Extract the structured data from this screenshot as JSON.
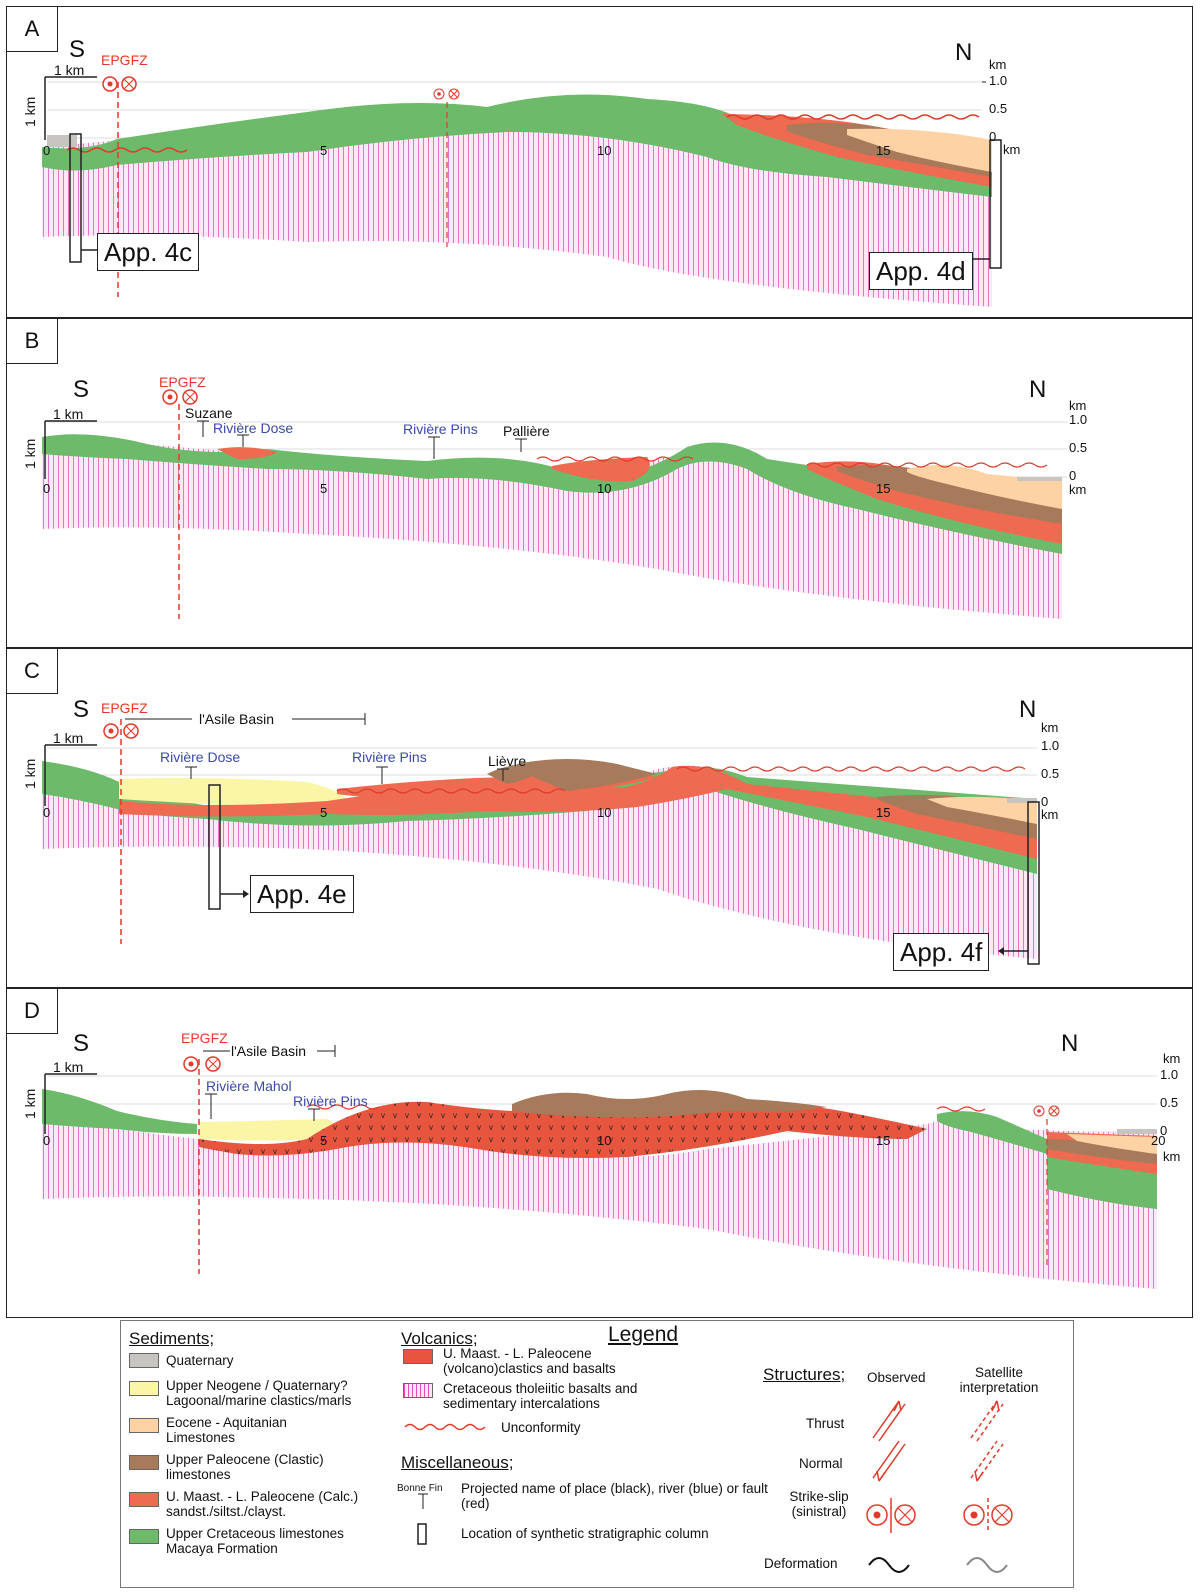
{
  "panels": [
    {
      "label": "A",
      "south": "S",
      "north": "N",
      "scale": "1 km",
      "vscale": "1 km",
      "fault": "EPGFZ",
      "x_ticks": [
        "0",
        "5",
        "10",
        "15"
      ],
      "y_ticks": [
        "1.0",
        "0.5",
        "0"
      ],
      "unit": "km",
      "columns": [
        "App. 4c",
        "App. 4d"
      ]
    },
    {
      "label": "B",
      "south": "S",
      "north": "N",
      "scale": "1 km",
      "vscale": "1 km",
      "fault": "EPGFZ",
      "x_ticks": [
        "0",
        "5",
        "10",
        "15"
      ],
      "y_ticks": [
        "1.0",
        "0.5",
        "0"
      ],
      "unit": "km",
      "places": {
        "suzane": "Suzane",
        "pallierre": "Pallière"
      },
      "rivers": {
        "dose": "Rivière Dose",
        "pins": "Rivière Pins"
      }
    },
    {
      "label": "C",
      "south": "S",
      "north": "N",
      "scale": "1 km",
      "vscale": "1 km",
      "fault": "EPGFZ",
      "basin": "l'Asile Basin",
      "x_ticks": [
        "0",
        "5",
        "10",
        "15"
      ],
      "y_ticks": [
        "1.0",
        "0.5",
        "0"
      ],
      "unit": "km",
      "places": {
        "lievre": "Lièvre"
      },
      "rivers": {
        "dose": "Rivière Dose",
        "pins": "Rivière Pins"
      },
      "columns": [
        "App. 4e",
        "App. 4f"
      ]
    },
    {
      "label": "D",
      "south": "S",
      "north": "N",
      "scale": "1 km",
      "vscale": "1 km",
      "fault": "EPGFZ",
      "basin": "l'Asile Basin",
      "x_ticks": [
        "0",
        "5",
        "10",
        "15",
        "20"
      ],
      "y_ticks": [
        "1.0",
        "0.5",
        "0"
      ],
      "unit": "km",
      "rivers": {
        "mahol": "Rivière Mahol",
        "pins": "Rivière Pins"
      }
    }
  ],
  "legend": {
    "title": "Legend",
    "sediments_title": "Sediments;",
    "volcanics_title": "Volcanics;",
    "misc_title": "Miscellaneous;",
    "structures_title": "Structures;",
    "observed": "Observed",
    "satellite": "Satellite interpretation",
    "sediments": [
      {
        "name": "Quaternary",
        "color": "#c8c4c0"
      },
      {
        "name": "Upper Neogene / Quaternary? Lagoonal/marine clastics/marls",
        "color": "#fbf5a6"
      },
      {
        "name": "Eocene - Aquitanian Limestones",
        "color": "#fdd3a5"
      },
      {
        "name": "Upper Paleocene (Clastic) limestones",
        "color": "#a67a5b"
      },
      {
        "name": "U. Maast. - L. Paleocene (Calc.) sandst./siltst./clayst.",
        "color": "#ee6a50"
      },
      {
        "name": "Upper Cretaceous limestones Macaya Formation",
        "color": "#6dbb6a"
      }
    ],
    "volcanics": [
      {
        "name": "U. Maast. - L. Paleocene (volcano)clastics and basalts",
        "color": "#e8553e"
      },
      {
        "name": "Cretaceous tholeiitic basalts and sedimentary intercalations",
        "color": "#e34fb4"
      },
      {
        "name": "Unconformity",
        "color": "#e23a2a"
      }
    ],
    "misc_example": "Bonne Fin",
    "misc": [
      "Projected name of place (black), river (blue) or fault (red)",
      "Location of synthetic stratigraphic column"
    ],
    "structures": [
      "Thrust",
      "Normal",
      "Strike-slip (sinistral)",
      "Deformation"
    ]
  },
  "colors": {
    "green": "#6dbb6a",
    "red": "#ee6a50",
    "brown": "#a67a5b",
    "peach": "#fdd3a5",
    "yellow": "#fbf5a6",
    "grey": "#c8c4c0",
    "magenta": "#e34fb4",
    "fault": "#e23a2a",
    "river": "#3b4aa8"
  }
}
